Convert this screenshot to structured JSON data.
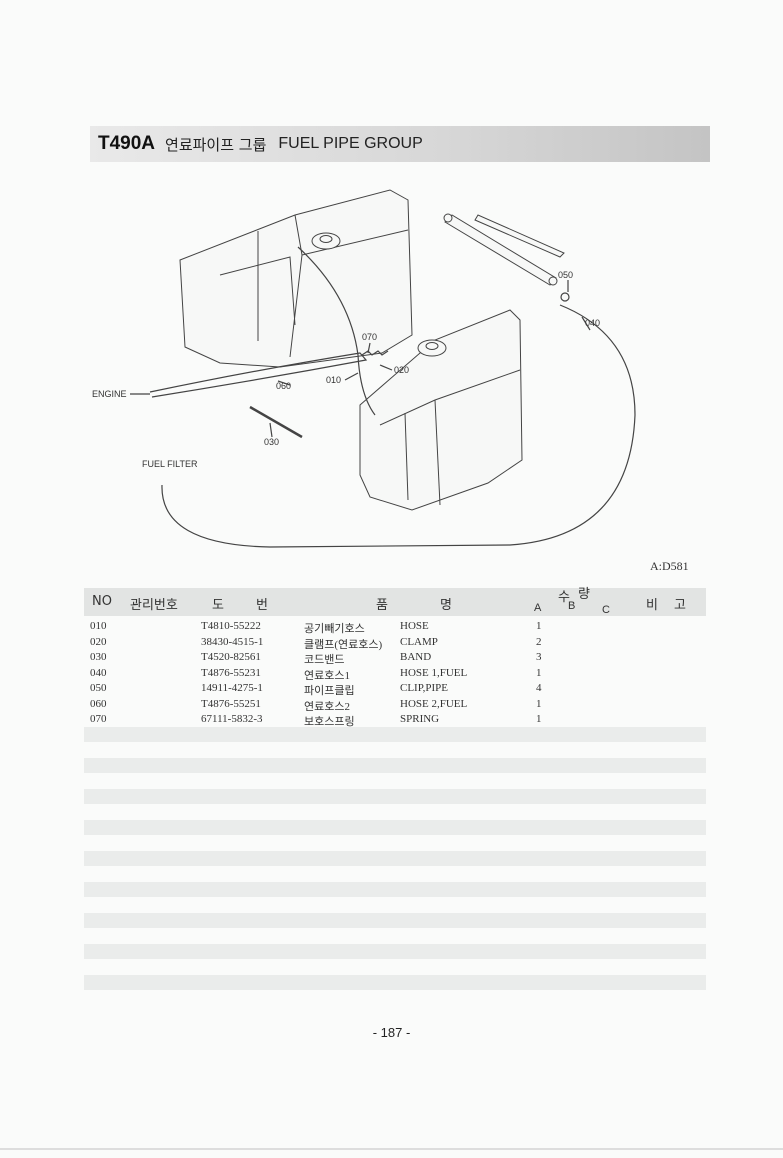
{
  "header": {
    "code": "T490A",
    "korean_title": "연료파이프 그룹",
    "english_title": "FUEL PIPE GROUP"
  },
  "diagram": {
    "labels": {
      "engine": "ENGINE",
      "fuel_filter": "FUEL FILTER",
      "p010": "010",
      "p020": "020",
      "p030": "030",
      "p040": "040",
      "p050": "050",
      "p060": "060",
      "p070": "070"
    }
  },
  "figure_ref": "A:D581",
  "table": {
    "headers": {
      "no": "NO",
      "mgmt_no": "관리번호",
      "part_no_1": "도",
      "part_no_2": "번",
      "name_1": "품",
      "name_2": "명",
      "qty_1": "수",
      "qty_2": "량",
      "qty_a": "A",
      "qty_b": "B",
      "qty_c": "C",
      "remark_1": "비",
      "remark_2": "고"
    },
    "rows": [
      {
        "no": "010",
        "part_no": "T4810-55222",
        "name_ko": "공기빼기호스",
        "name_en": "HOSE",
        "qty_a": "1"
      },
      {
        "no": "020",
        "part_no": "38430-4515-1",
        "name_ko": "클램프(연료호스)",
        "name_en": "CLAMP",
        "qty_a": "2"
      },
      {
        "no": "030",
        "part_no": "T4520-82561",
        "name_ko": "코드밴드",
        "name_en": "BAND",
        "qty_a": "3"
      },
      {
        "no": "040",
        "part_no": "T4876-55231",
        "name_ko": "연료호스1",
        "name_en": "HOSE 1,FUEL",
        "qty_a": "1"
      },
      {
        "no": "050",
        "part_no": "14911-4275-1",
        "name_ko": "파이프클립",
        "name_en": "CLIP,PIPE",
        "qty_a": "4"
      },
      {
        "no": "060",
        "part_no": "T4876-55251",
        "name_ko": "연료호스2",
        "name_en": "HOSE 2,FUEL",
        "qty_a": "1"
      },
      {
        "no": "070",
        "part_no": "67111-5832-3",
        "name_ko": "보호스프링",
        "name_en": "SPRING",
        "qty_a": "1"
      }
    ]
  },
  "page_number": "- 187 -"
}
